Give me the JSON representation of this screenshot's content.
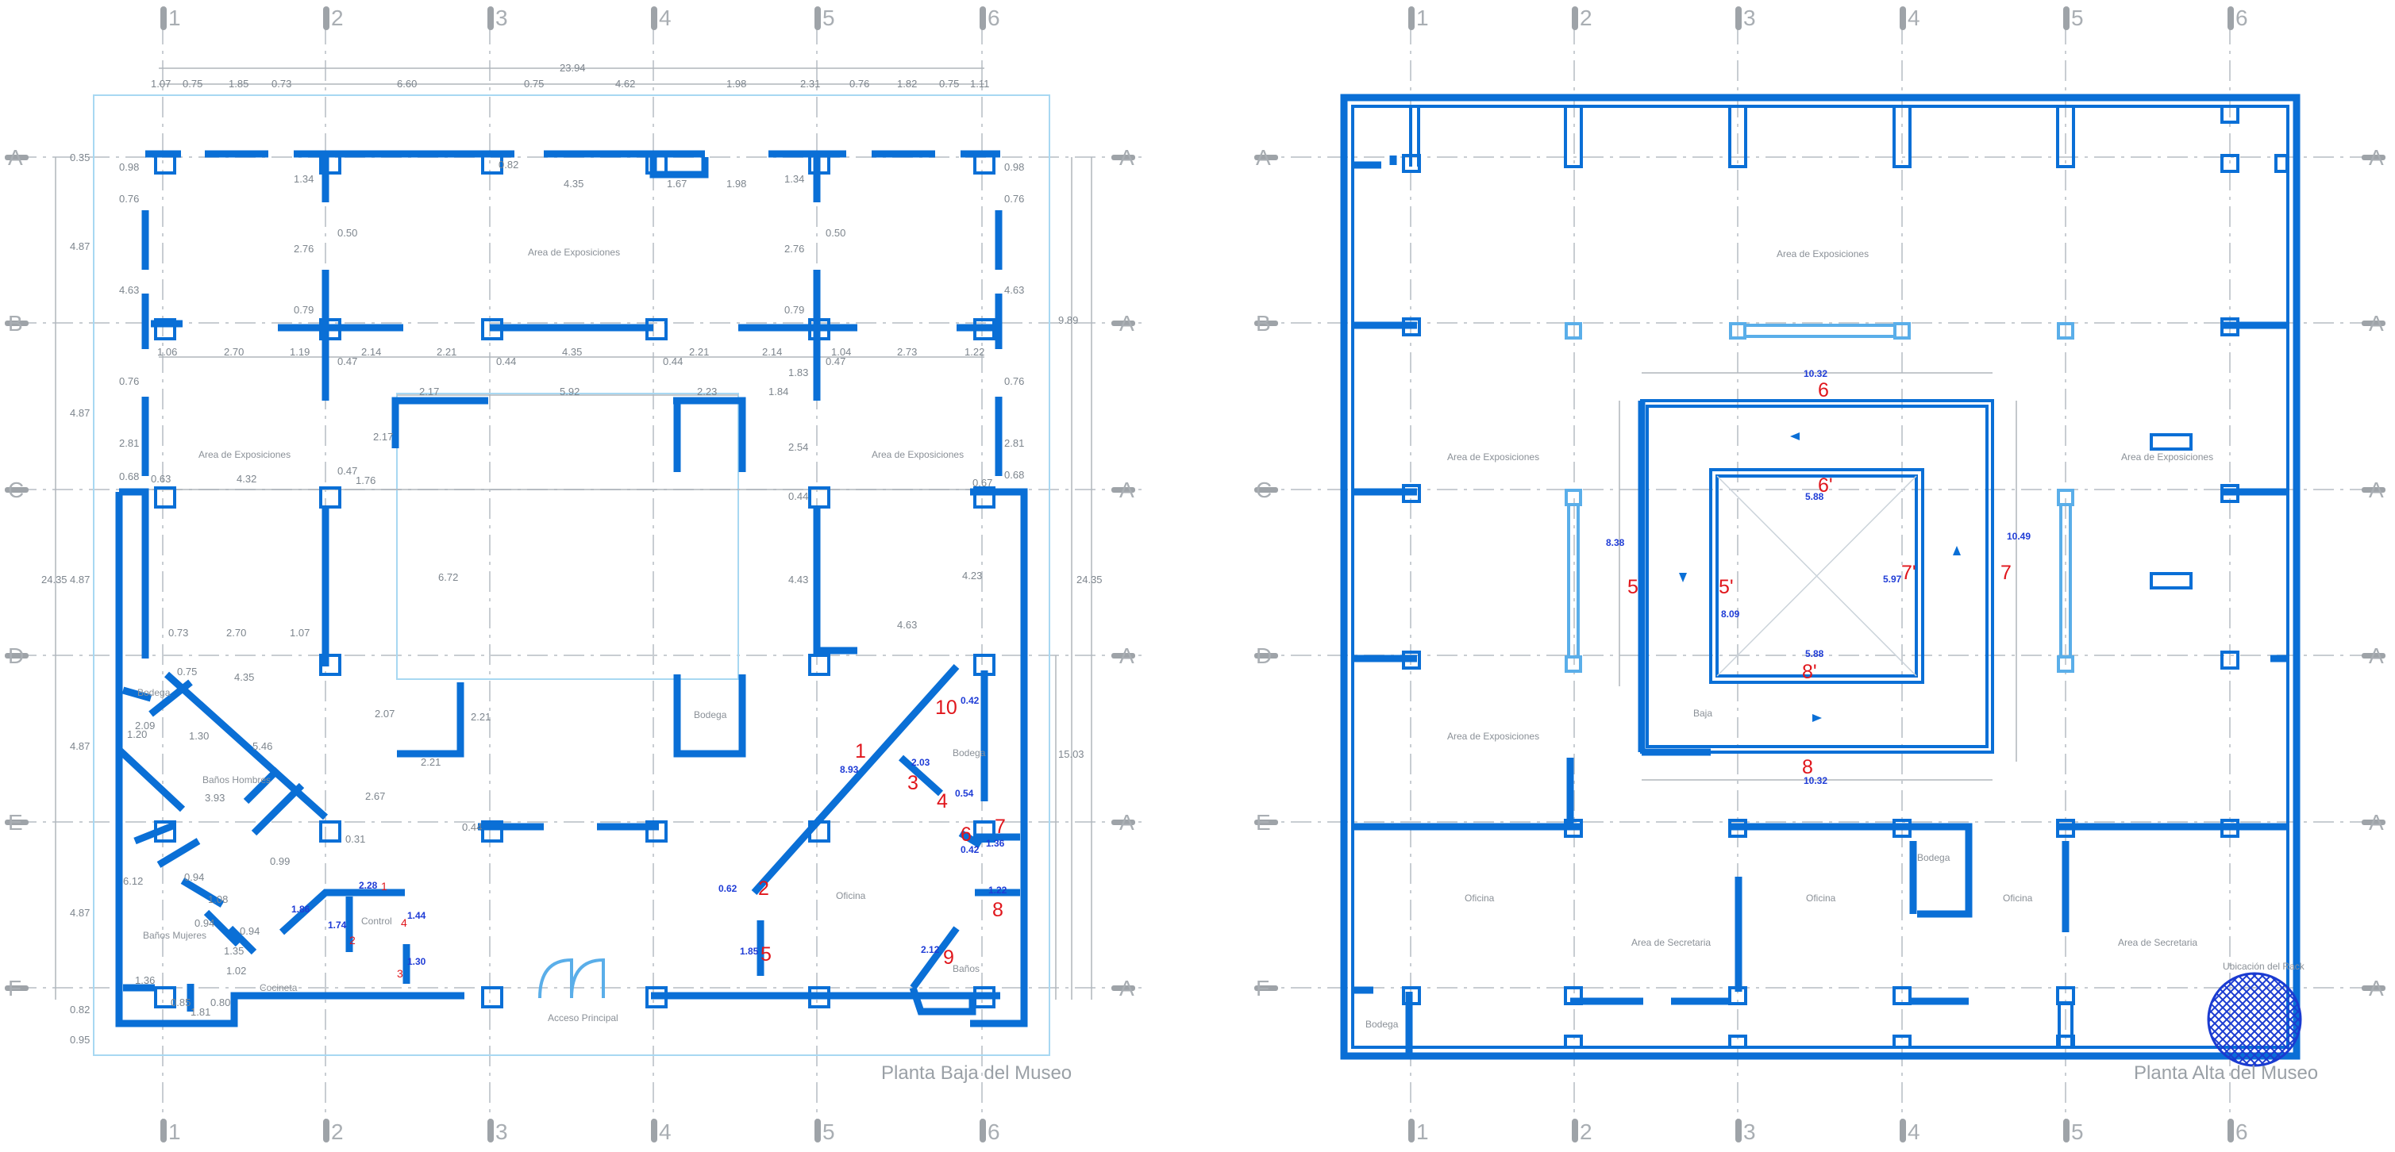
{
  "titles": {
    "left": "Planta Baja del Museo",
    "right": "Planta Alta del Museo"
  },
  "axes": {
    "columns": [
      "1",
      "2",
      "3",
      "4",
      "5",
      "6"
    ],
    "rows": [
      "A",
      "B",
      "C",
      "D",
      "E",
      "F"
    ],
    "right_marker": "A"
  },
  "left_plan": {
    "rooms": {
      "expo_top": "Area de Exposiciones",
      "expo_left": "Area de Exposiciones",
      "expo_right": "Area de Exposiciones",
      "bodega_left": "Bodega",
      "bodega_center": "Bodega",
      "bodega_right": "Bodega",
      "banos_hombres": "Baños Hombres",
      "banos_mujeres": "Baños Mujeres",
      "control": "Control",
      "cocineta": "Cocineta",
      "oficina": "Oficina",
      "banos": "Baños",
      "acceso": "Acceso Principal"
    },
    "dims_top": [
      "23.94",
      "1.07",
      "0.75",
      "1.85",
      "0.73",
      "6.60",
      "0.75",
      "4.62",
      "1.98",
      "2.31",
      "0.76",
      "1.82",
      "0.75",
      "1.11"
    ],
    "dims_left": [
      "24.35",
      "0.35",
      "0.98",
      "0.76",
      "4.63",
      "4.87",
      "0.76",
      "2.81",
      "0.68",
      "4.87",
      "4.87",
      "4.87",
      "4.87",
      "0.82",
      "0.95",
      "6.12"
    ],
    "dims_right": [
      "9.89",
      "24.35",
      "15.03",
      "0.98",
      "0.76",
      "4.63",
      "0.76",
      "2.81",
      "0.68",
      "0.67",
      "4.23"
    ],
    "dims_inner": {
      "a_134_l": "1.34",
      "a_082": "0.82",
      "a_435": "4.35",
      "a_167": "1.67",
      "a_198": "1.98",
      "a_134_r": "1.34",
      "b_050_l": "0.50",
      "b_276_l": "2.76",
      "b_079_l": "0.79",
      "b_276_r": "2.76",
      "b_050_r": "0.50",
      "b_079_r": "0.79",
      "c_106": "1.06",
      "c_270": "2.70",
      "c_119": "1.19",
      "c_047_l": "0.47",
      "c_214_l": "2.14",
      "c_221_l": "2.21",
      "c_044_l": "0.44",
      "c_435": "4.35",
      "c_044_r": "0.44",
      "c_221_r": "2.21",
      "c_214_r": "2.14",
      "c_047_r": "0.47",
      "c_104": "1.04",
      "c_273": "2.73",
      "c_122": "1.22",
      "d_217_t": "2.17",
      "d_592": "5.92",
      "d_223": "2.23",
      "d_184": "1.84",
      "d_183": "1.83",
      "d_217_s": "2.17",
      "d_254": "2.54",
      "d_047": "0.47",
      "d_063": "0.63",
      "d_432": "4.32",
      "d_176": "1.76",
      "d_044": "0.44",
      "d_672": "6.72",
      "d_443": "4.43",
      "d_463": "4.63",
      "e_073": "0.73",
      "e_270": "2.70",
      "e_107": "1.07",
      "e_075": "0.75",
      "e_435": "4.35",
      "e_209": "2.09",
      "e_120": "1.20",
      "e_130": "1.30",
      "e_546": "5.46",
      "e_393": "3.93",
      "e_207": "2.07",
      "e_221_a": "2.21",
      "e_221_b": "2.21",
      "e_267": "2.67",
      "e_031": "0.31",
      "e_044": "0.44",
      "f_099": "0.99",
      "f_094_a": "0.94",
      "f_094_b": "0.94",
      "f_108": "1.08",
      "f_135": "1.35",
      "f_102": "1.02",
      "f_136": "1.36",
      "f_085": "0.85",
      "f_080": "0.80",
      "f_181": "1.81"
    },
    "blue_dims": {
      "d1": "2.28",
      "d2": "1.86",
      "d3": "1.74",
      "d4": "1.44",
      "d5": "1.30",
      "d6": "0.42",
      "d7": "8.93",
      "d8": "2.03",
      "d9": "0.54",
      "d10": "0.42",
      "d11": "1.36",
      "d12": "1.22",
      "d13": "0.62",
      "d14": "1.85",
      "d15": "2.12"
    },
    "red_labels": [
      "1",
      "2",
      "3",
      "4",
      "5",
      "6",
      "7",
      "8",
      "9",
      "10"
    ],
    "control_labels": [
      "1",
      "2",
      "3",
      "4"
    ]
  },
  "right_plan": {
    "rooms": {
      "expo_top": "Area de Exposiciones",
      "expo_left_1": "Area de Exposiciones",
      "expo_left_2": "Area de Exposiciones",
      "expo_right": "Area de Exposiciones",
      "bodega_1": "Bodega",
      "bodega_2": "Bodega",
      "oficina_1": "Oficina",
      "oficina_2": "Oficina",
      "oficina_3": "Oficina",
      "secretaria_1": "Area de Secretaria",
      "secretaria_2": "Area de Secretaria",
      "baja": "Baja",
      "rack": "Ubicación del Rack"
    },
    "blue_dims": {
      "top": "10.32",
      "bottom": "10.32",
      "left": "8.38",
      "right": "10.49",
      "inner_top": "5.88",
      "inner_bottom": "5.88",
      "inner_left": "8.09",
      "inner_right": "5.97"
    },
    "red_labels": [
      "6",
      "6'",
      "5",
      "5'",
      "7'",
      "7",
      "8'",
      "8"
    ]
  }
}
